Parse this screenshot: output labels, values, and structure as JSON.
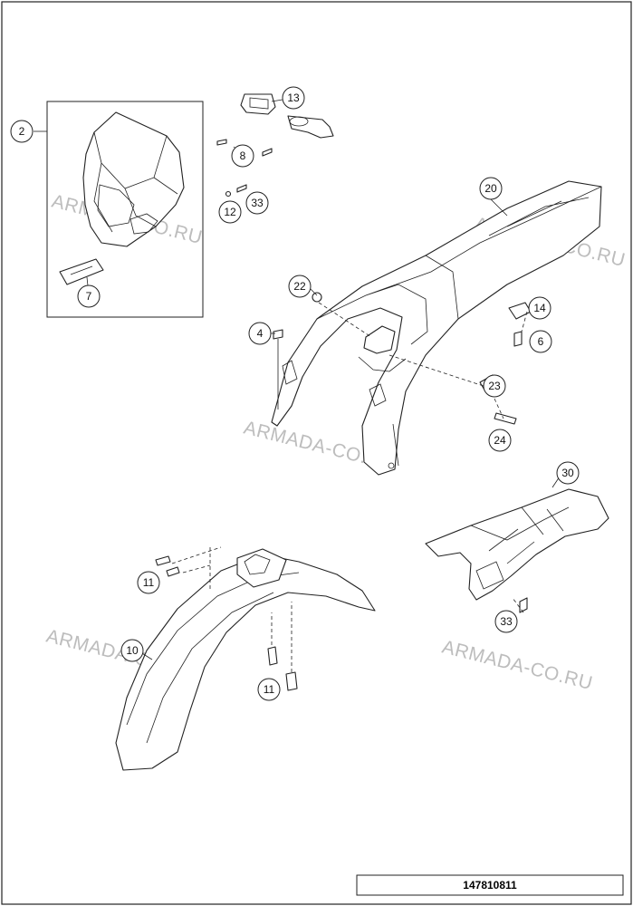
{
  "watermark": "ARMADA-CO.RU",
  "diagram_id": "147810811",
  "callouts": [
    "2",
    "7",
    "13",
    "8",
    "12",
    "33",
    "20",
    "22",
    "4",
    "14",
    "6",
    "23",
    "24",
    "30",
    "11",
    "10",
    "11",
    "33"
  ]
}
